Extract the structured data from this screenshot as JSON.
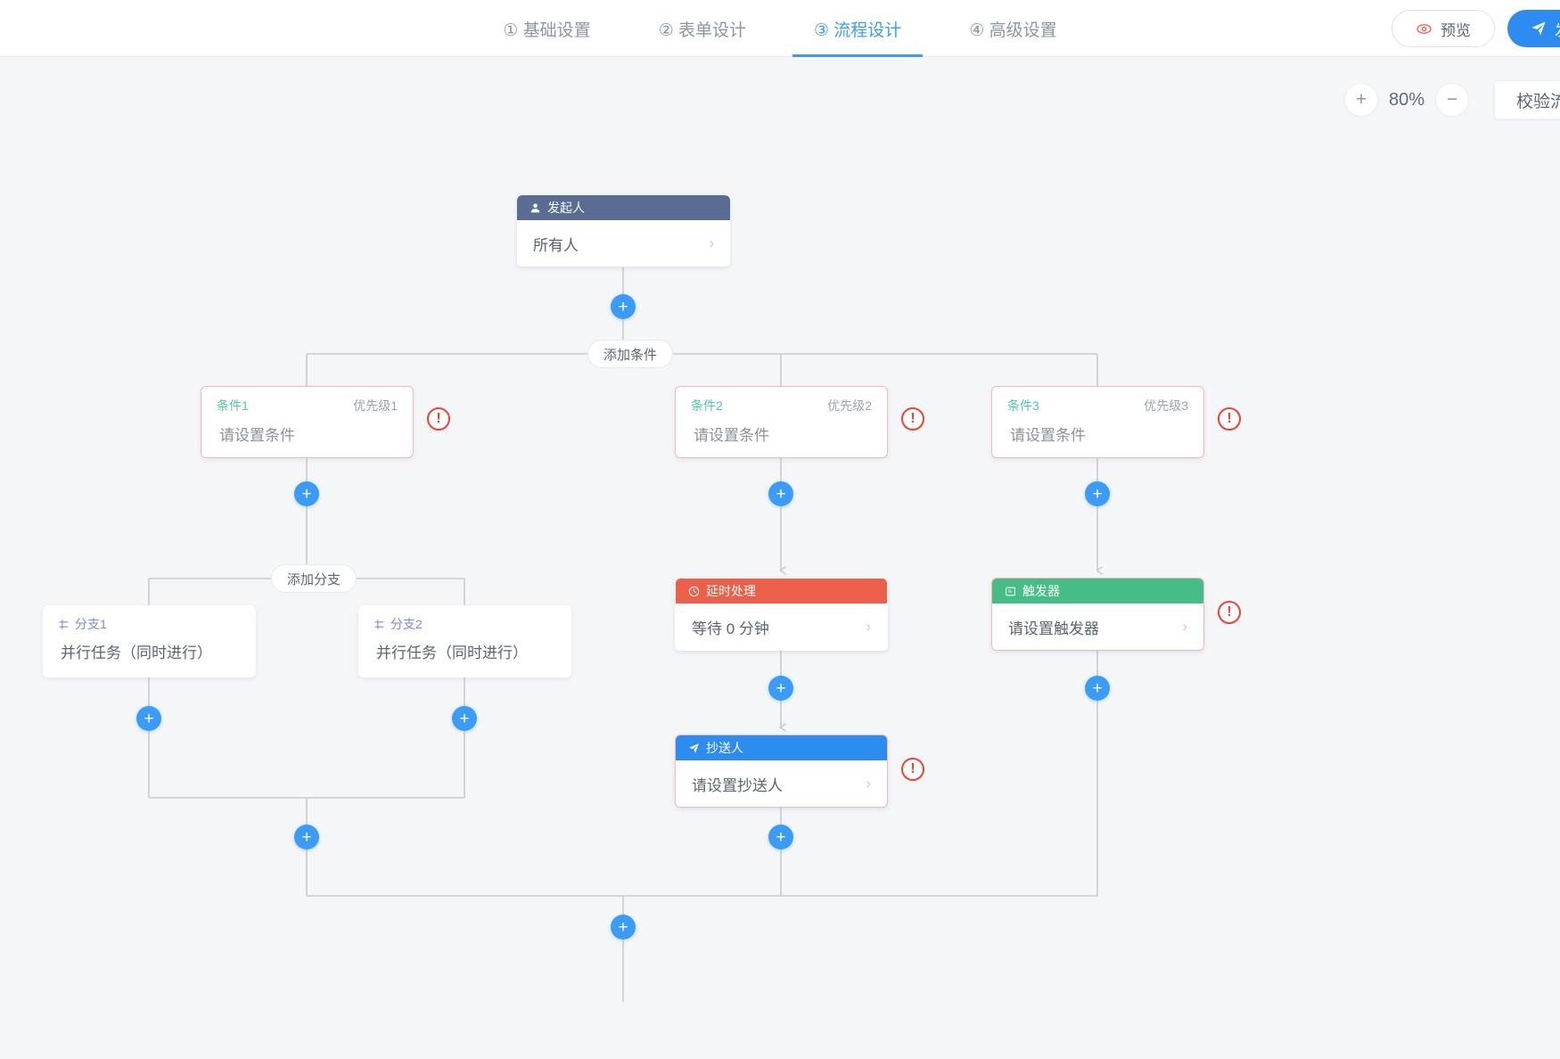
{
  "header": {
    "tabs": [
      {
        "label": "① 基础设置",
        "active": false
      },
      {
        "label": "② 表单设计",
        "active": false
      },
      {
        "label": "③ 流程设计",
        "active": true
      },
      {
        "label": "④ 高级设置",
        "active": false
      }
    ],
    "preview_label": "预览",
    "publish_label": "发布"
  },
  "toolbar": {
    "zoom_in": "+",
    "zoom_level": "80%",
    "zoom_out": "−",
    "validate_label": "校验流程"
  },
  "flow": {
    "initiator": {
      "title": "发起人",
      "value": "所有人",
      "chevron": "›",
      "header_color": "#5a6c91"
    },
    "add_condition_label": "添加条件",
    "add_branch_label": "添加分支",
    "plus_label": "+",
    "error_label": "!",
    "conditions": [
      {
        "name": "条件1",
        "priority": "优先级1",
        "body": "请设置条件"
      },
      {
        "name": "条件2",
        "priority": "优先级2",
        "body": "请设置条件"
      },
      {
        "name": "条件3",
        "priority": "优先级3",
        "body": "请设置条件"
      }
    ],
    "branches": [
      {
        "name": "分支1",
        "body": "并行任务（同时进行）"
      },
      {
        "name": "分支2",
        "body": "并行任务（同时进行）"
      }
    ],
    "delay": {
      "title": "延时处理",
      "value": "等待 0 分钟",
      "chevron": "›",
      "header_color": "#ec5f4a"
    },
    "trigger": {
      "title": "触发器",
      "value": "请设置触发器",
      "chevron": "›",
      "header_color": "#46bd87"
    },
    "cc": {
      "title": "抄送人",
      "value": "请设置抄送人",
      "chevron": "›",
      "header_color": "#2d8cf0"
    }
  }
}
